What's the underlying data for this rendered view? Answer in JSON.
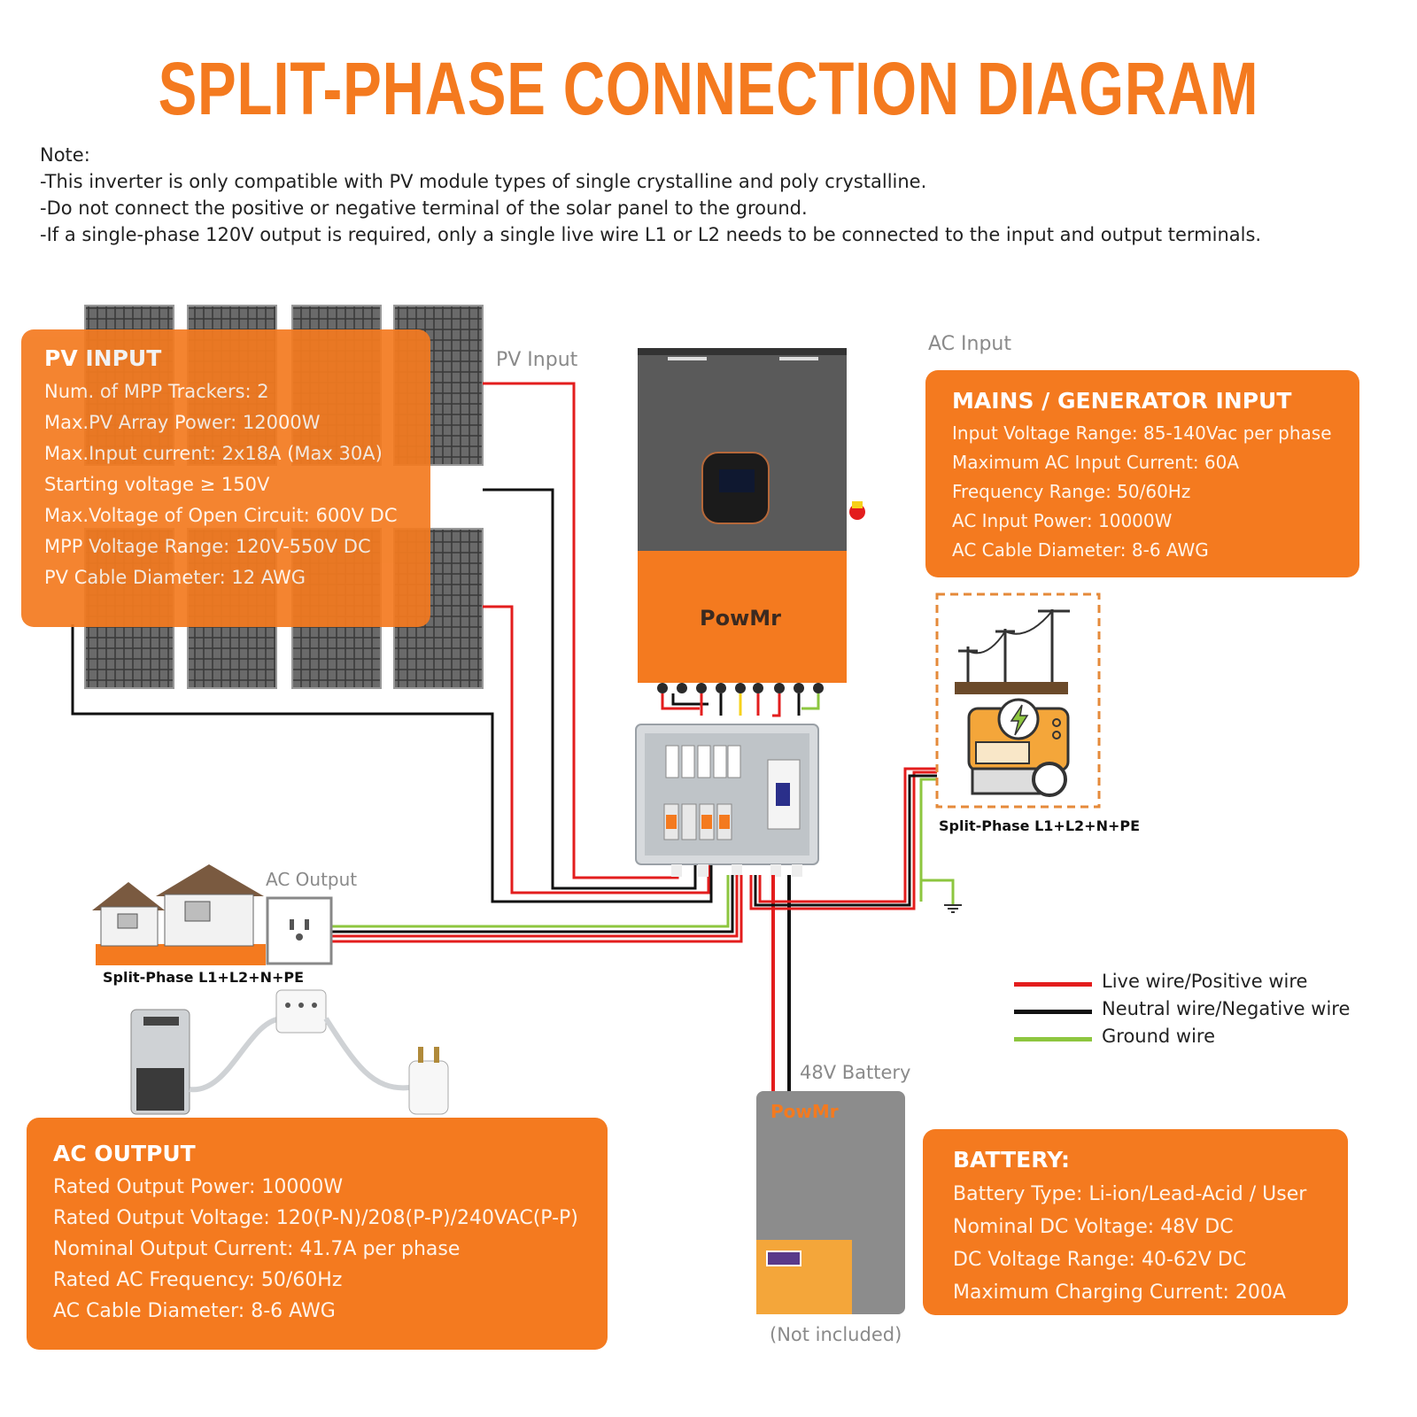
{
  "title": "SPLIT-PHASE CONNECTION DIAGRAM",
  "notes": {
    "heading": "Note:",
    "lines": [
      "-This inverter is only compatible with PV module types of single crystalline and poly crystalline.",
      "-Do not connect the positive or negative terminal of the solar panel to the ground.",
      "-If a single-phase 120V output is required, only a single live wire L1 or L2 needs to be connected to the input and output terminals."
    ]
  },
  "pv_input": {
    "title": "PV INPUT",
    "lines": [
      "Num. of MPP Trackers: 2",
      "Max.PV Array Power: 12000W",
      "Max.Input current: 2x18A (Max 30A)",
      "Starting voltage ≥ 150V",
      "Max.Voltage of Open Circuit: 600V DC",
      "MPP Voltage Range: 120V-550V DC",
      "PV Cable Diameter: 12 AWG"
    ]
  },
  "mains_input": {
    "title": "MAINS / GENERATOR INPUT",
    "lines": [
      "Input Voltage Range: 85-140Vac per phase",
      "Maximum AC Input Current: 60A",
      "Frequency Range: 50/60Hz",
      "AC Input Power: 10000W",
      "AC Cable Diameter: 8-6 AWG"
    ]
  },
  "ac_output": {
    "title": "AC OUTPUT",
    "lines": [
      "Rated Output Power: 10000W",
      "Rated Output Voltage: 120(P-N)/208(P-P)/240VAC(P-P)",
      "Nominal Output Current: 41.7A per phase",
      "Rated AC Frequency: 50/60Hz",
      "AC Cable Diameter: 8-6 AWG"
    ]
  },
  "battery": {
    "title": "BATTERY:",
    "lines": [
      "Battery Type: Li-ion/Lead-Acid / User",
      "Nominal DC Voltage:   48V DC",
      "DC Voltage Range: 40-62V DC",
      "Maximum Charging Current: 200A"
    ]
  },
  "labels": {
    "pv_input": "PV Input",
    "ac_input": "AC Input",
    "ac_output": "AC Output",
    "battery": "48V Battery",
    "not_included": "(Not included)",
    "split_phase_in": "Split-Phase L1+L2+N+PE",
    "split_phase_out": "Split-Phase L1+L2+N+PE",
    "brand": "PowMr",
    "brand_battery": "PowMr"
  },
  "legend": [
    {
      "label": "Live wire/Positive wire",
      "color": "#e31d1d"
    },
    {
      "label": "Neutral wire/Negative wire",
      "color": "#111111"
    },
    {
      "label": "Ground wire",
      "color": "#8dc63f"
    }
  ],
  "colors": {
    "accent": "#f47a1f",
    "live": "#e31d1d",
    "neutral": "#111111",
    "ground": "#8dc63f",
    "inverter_body": "#5a5a5a"
  },
  "icons": [
    "solar-panel-icon",
    "inverter-icon",
    "distribution-box-icon",
    "power-pole-icon",
    "generator-icon",
    "lightning-icon",
    "house-icon",
    "wall-outlet-icon",
    "coffee-maker-icon",
    "power-strip-icon",
    "plug-icon",
    "battery-icon",
    "ground-symbol-icon"
  ]
}
